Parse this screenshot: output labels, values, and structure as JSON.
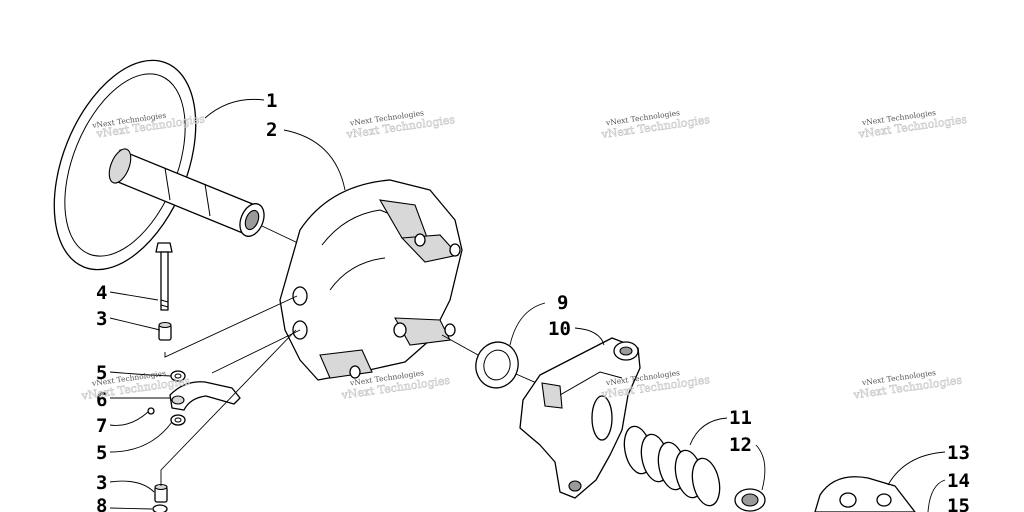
{
  "callouts": [
    "1",
    "2",
    "3",
    "4",
    "5",
    "6",
    "7",
    "8",
    "9",
    "10",
    "11",
    "12",
    "13",
    "14",
    "15"
  ],
  "watermark": "vNext Technologies",
  "colors": {
    "line": "#000000",
    "background": "#ffffff",
    "watermark": "#555555"
  }
}
